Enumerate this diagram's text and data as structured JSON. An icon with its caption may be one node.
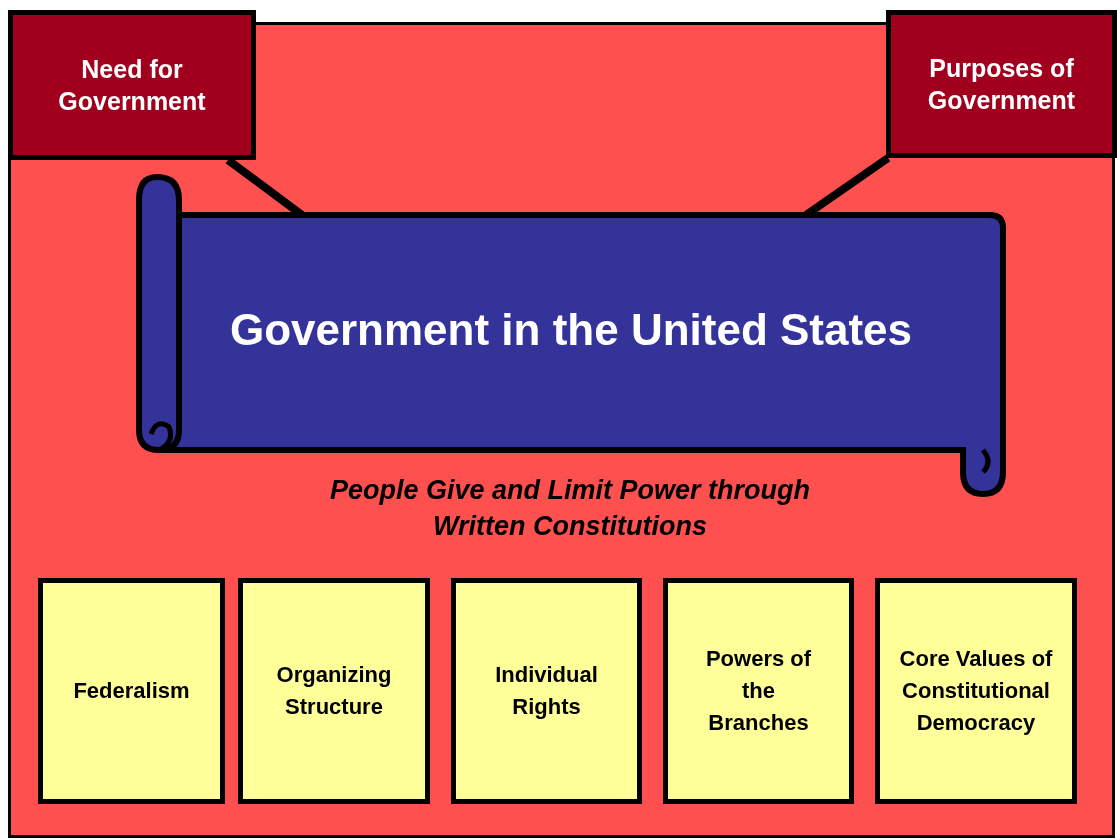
{
  "diagram": {
    "nodes": [
      {
        "text": [
          "Need for Government"
        ]
      },
      {
        "text": [
          "Purposes of Government"
        ]
      },
      {
        "text": [
          "Government in the United States"
        ]
      },
      {
        "text": [
          "Federalism"
        ]
      },
      {
        "text": [
          "Organizing Structure"
        ]
      },
      {
        "text": [
          "Individual Rights"
        ]
      },
      {
        "text": [
          "Powers of the Branches"
        ]
      },
      {
        "text": [
          "Core Values of Constitutional Democracy"
        ]
      }
    ],
    "edges": [
      {
        "from": 0,
        "to": 2,
        "arrow": "none"
      },
      {
        "from": 1,
        "to": 2,
        "arrow": "none"
      }
    ],
    "labels": [
      "People Give and Limit Power through Written Constitutions"
    ]
  }
}
